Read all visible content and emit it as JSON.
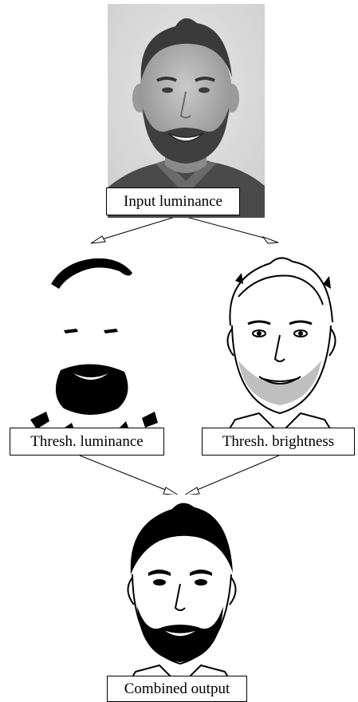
{
  "diagram": {
    "nodes": {
      "input": {
        "label": "Input luminance",
        "image": "grayscale-portrait"
      },
      "thresh_luminance": {
        "label": "Thresh. luminance",
        "image": "threshold-luminance-portrait"
      },
      "thresh_brightness": {
        "label": "Thresh. brightness",
        "image": "threshold-brightness-portrait"
      },
      "combined": {
        "label": "Combined output",
        "image": "combined-portrait"
      }
    },
    "edges": [
      {
        "from": "input",
        "to": "thresh_luminance"
      },
      {
        "from": "input",
        "to": "thresh_brightness"
      },
      {
        "from": "thresh_luminance",
        "to": "combined"
      },
      {
        "from": "thresh_brightness",
        "to": "combined"
      }
    ],
    "colors": {
      "stroke": "#000000",
      "label_background": "#ffffff",
      "photo_background": "#dcdcdc"
    }
  }
}
